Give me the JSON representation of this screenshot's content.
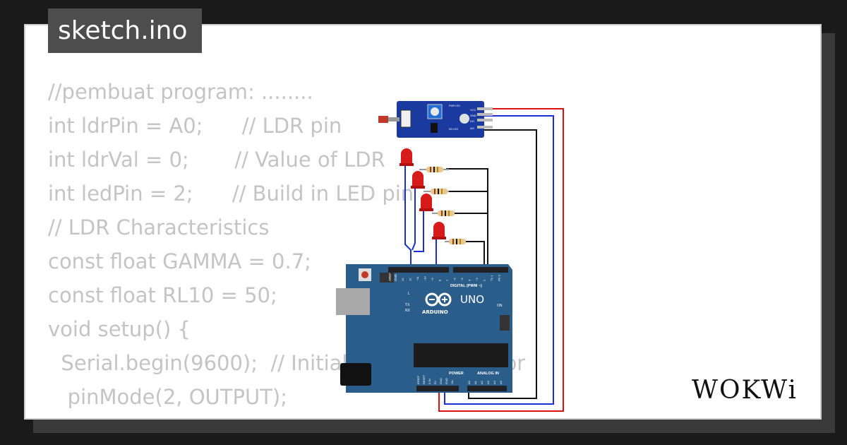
{
  "tab": {
    "filename": "sketch.ino"
  },
  "code_lines": [
    "//pembuat program: ........",
    "int ldrPin = A0;      // LDR pin",
    "int ldrVal = 0;       // Value of LDR",
    "int ledPin = 2;      // Build in LED pin",
    "// LDR Characteristics",
    "const float GAMMA = 0.7;",
    "const float RL10 = 50;",
    "void setup() {",
    "  Serial.begin(9600);  // Initialize serial monitor",
    "   pinMode(2, OUTPUT);",
    "}"
  ],
  "board": {
    "brand": "ARDUINO",
    "model": "UNO",
    "digital_header_label": "DIGITAL (PWM ~)",
    "power_header_label": "POWER",
    "analog_header_label": "ANALOG IN",
    "aref_label": "AREF",
    "gnd_label": "GND",
    "on_label": "ON",
    "l_label": "L",
    "tx_label": "TX",
    "rx_label": "RX",
    "digital_pins": [
      "13",
      "12",
      "~11",
      "~10",
      "~9",
      "8",
      "7",
      "~6",
      "~5",
      "4",
      "~3",
      "2",
      "TX 1",
      "RX 0"
    ],
    "power_pins": [
      "IOREF",
      "RESET",
      "3.3V",
      "5V",
      "GND",
      "GND",
      "Vin"
    ],
    "analog_pins": [
      "A0",
      "A1",
      "A2",
      "A3",
      "A4",
      "A5"
    ]
  },
  "sensor_module": {
    "pins": [
      "VCC",
      "GND",
      "DO",
      "AO"
    ],
    "led_labels": [
      "PWR LED",
      "DO LED"
    ]
  },
  "logo": {
    "text": "WOKWi"
  },
  "colors": {
    "background": "#1a1a1a",
    "card": "#ffffff",
    "tab": "#4d4d4d",
    "code_text": "#c4c4c4",
    "board": "#2b5d8b",
    "wire_red": "#e01010",
    "wire_blue": "#1a2ed8",
    "wire_black": "#111111",
    "led": "#d71a1a"
  }
}
